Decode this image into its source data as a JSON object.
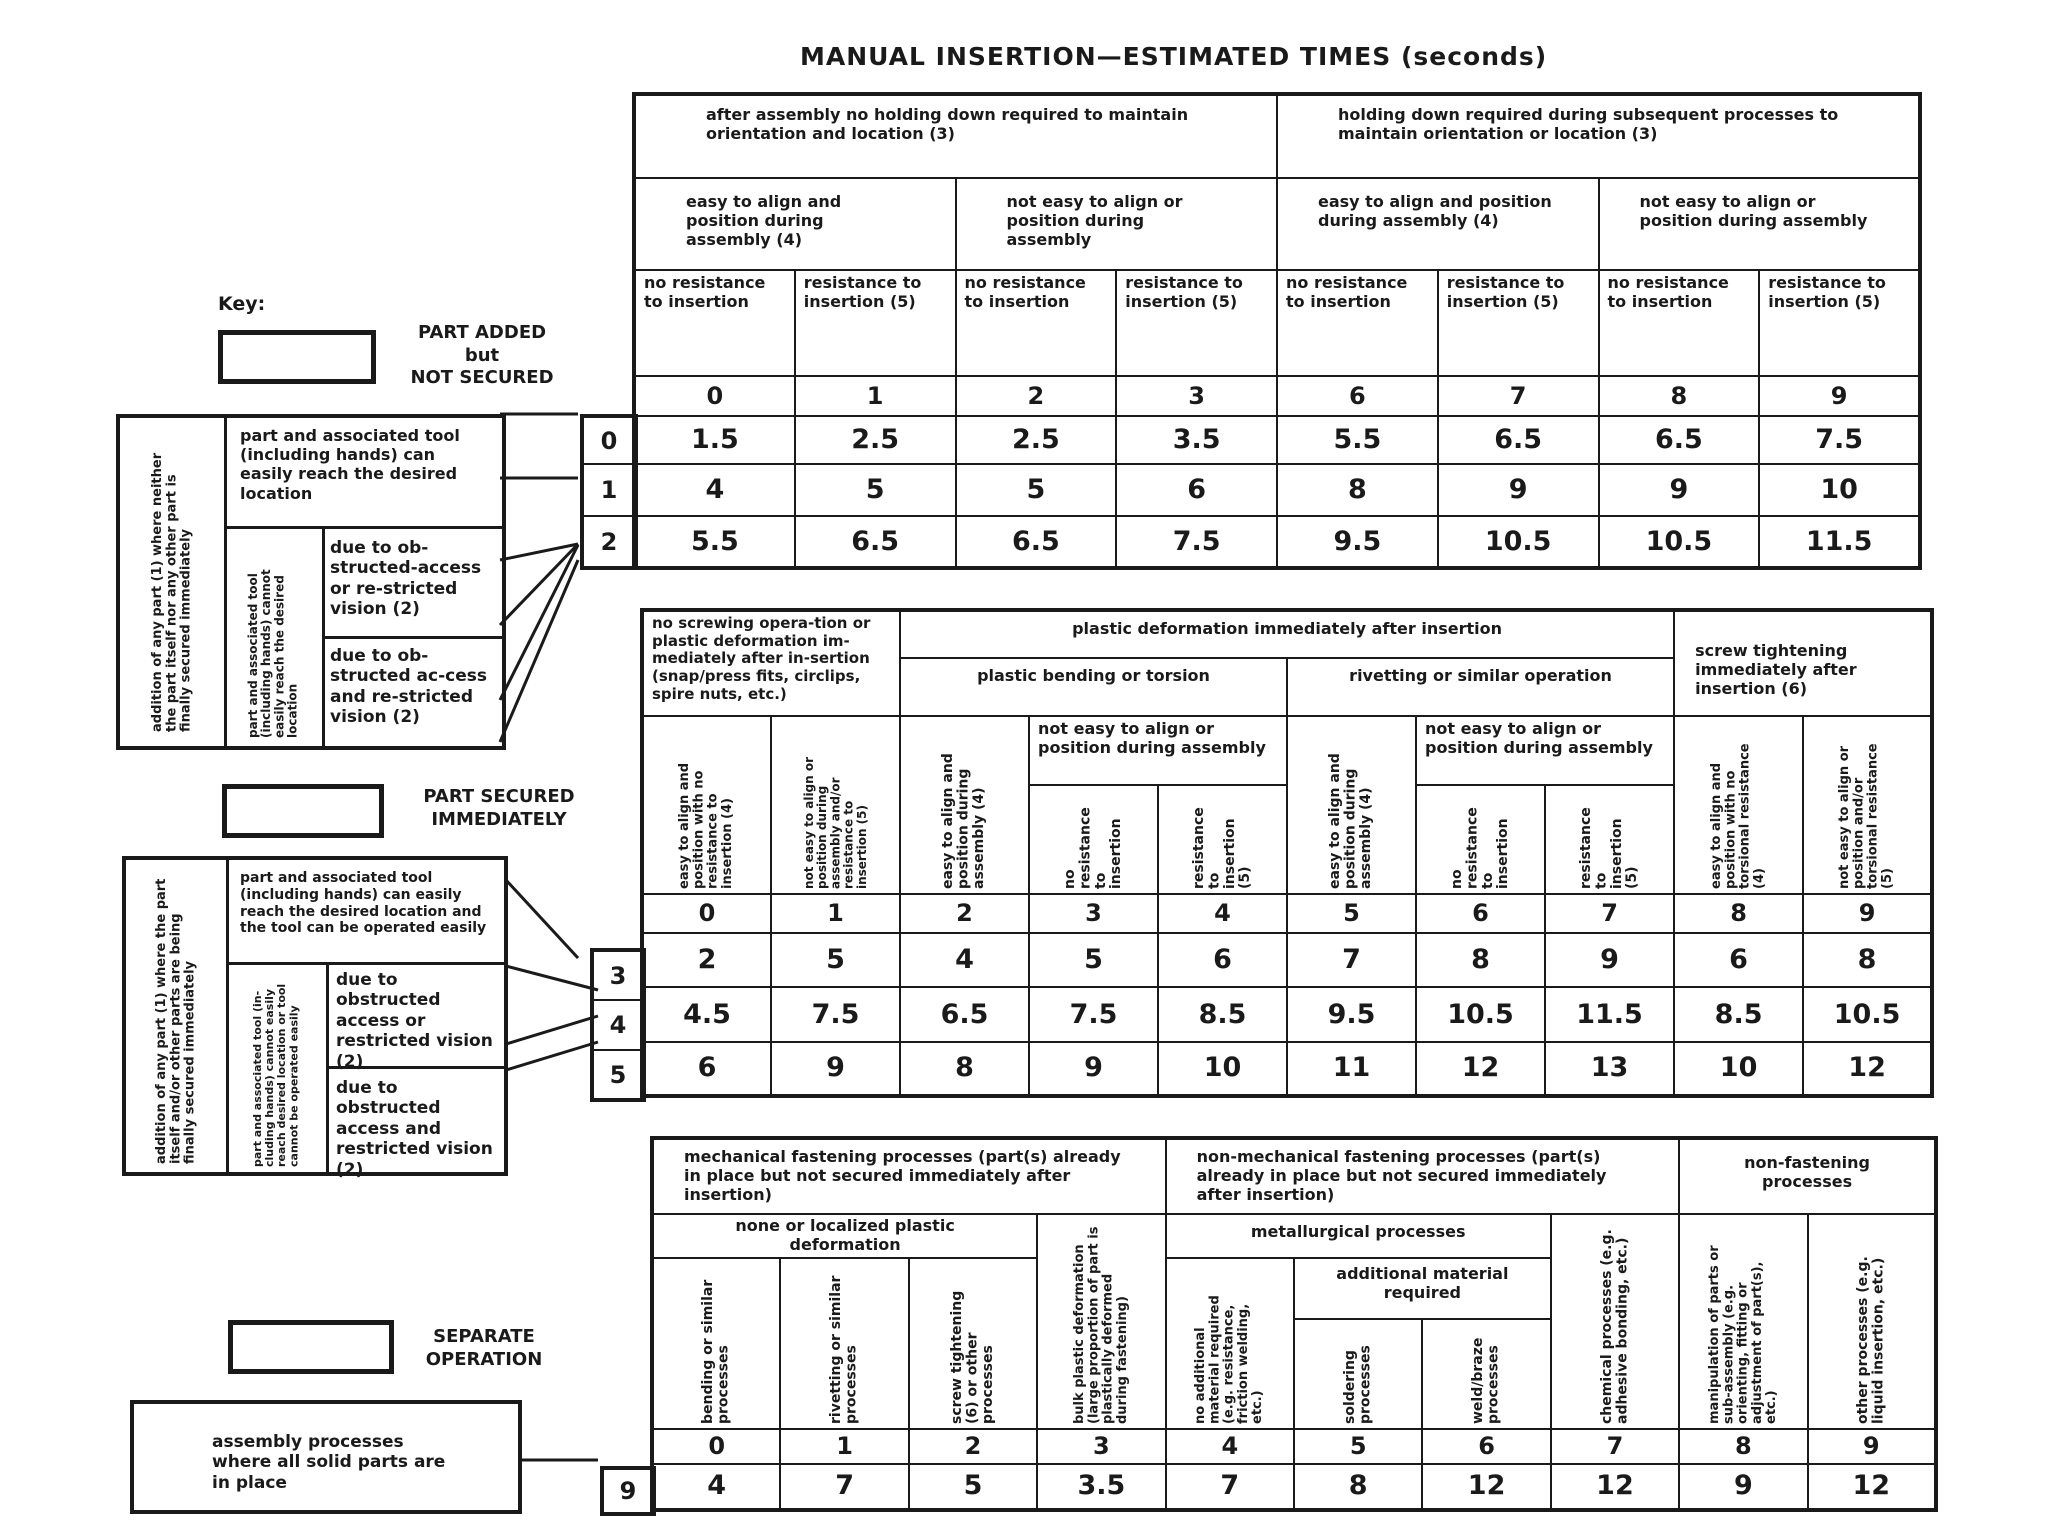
{
  "title": "MANUAL INSERTION—ESTIMATED TIMES (seconds)",
  "key": {
    "label": "Key:",
    "not_secured": "PART ADDED\nbut\nNOT SECURED",
    "secured": "PART SECURED\nIMMEDIATELY",
    "separate": "SEPARATE\nOPERATION"
  },
  "left": {
    "s1_outer": "addition of any part (1) where neither the part itself nor any other part is finally secured immediately",
    "s1_easy": "part and associated tool (including hands) can easily reach the desired location",
    "s1_inner": "part and associated tool (including hands) cannot easily reach the desired location",
    "s1_obs1": "due to ob-structed-access or re-stricted vision (2)",
    "s1_obs2": "due to ob-structed ac-cess and re-stricted vision (2)",
    "s2_outer": "addition of any part (1) where the part itself and/or other parts are being finally secured immediately",
    "s2_easy": "part and associated tool (including hands) can easily reach the desired location and the tool can be operated easily",
    "s2_inner": "part and associated tool (in-cluding hands) cannot easily reach desired location or tool cannot be operated easily",
    "s2_obs1": "due to obstructed access or restricted vision (2)",
    "s2_obs2": "due to obstructed access and restricted vision (2)",
    "s3": "assembly processes where all solid parts are in place"
  },
  "t1": {
    "h1a": "after assembly no holding down required to maintain orientation and location (3)",
    "h1b": "holding down required during subsequent processes to maintain orientation or location (3)",
    "h2": [
      "easy to align and position during assembly (4)",
      "not easy to align or position during assembly",
      "easy to align and position during assembly (4)",
      "not easy to align or position during assembly"
    ],
    "h3": [
      "no resistance to insertion",
      "resistance to insertion (5)",
      "no resistance to insertion",
      "resistance to insertion (5)",
      "no resistance to insertion",
      "resistance to insertion (5)",
      "no resistance to insertion",
      "resistance to insertion (5)"
    ],
    "codes": [
      "0",
      "1",
      "2",
      "3",
      "6",
      "7",
      "8",
      "9"
    ],
    "rows": [
      {
        "code": "0",
        "values": [
          "1.5",
          "2.5",
          "2.5",
          "3.5",
          "5.5",
          "6.5",
          "6.5",
          "7.5"
        ]
      },
      {
        "code": "1",
        "values": [
          "4",
          "5",
          "5",
          "6",
          "8",
          "9",
          "9",
          "10"
        ]
      },
      {
        "code": "2",
        "values": [
          "5.5",
          "6.5",
          "6.5",
          "7.5",
          "9.5",
          "10.5",
          "10.5",
          "11.5"
        ]
      }
    ]
  },
  "t2": {
    "noscrew": "no screwing opera-tion or plastic deformation im-mediately after in-sertion (snap/press fits, circlips, spire nuts, etc.)",
    "plastic": "plastic deformation immediately after insertion",
    "bending": "plastic bending or torsion",
    "rivet": "rivetting or similar operation",
    "screw": "screw tightening immediately after insertion (6)",
    "notEasy1": "not easy to align or position during assembly",
    "notEasy2": "not easy to align or position during assembly",
    "v": [
      "easy to align and position with no resistance to insertion (4)",
      "not easy to align or position during assembly and/or resistance to insertion (5)",
      "easy to align and position during assembly (4)",
      "no resistance to insertion",
      "resistance to insertion (5)",
      "easy to align and position during assembly (4)",
      "no resistance to insertion",
      "resistance to insertion (5)",
      "easy to align and position with no torsional resistance (4)",
      "not easy to align or position and/or torsional resistance (5)"
    ],
    "codes": [
      "0",
      "1",
      "2",
      "3",
      "4",
      "5",
      "6",
      "7",
      "8",
      "9"
    ],
    "rows": [
      {
        "code": "3",
        "values": [
          "2",
          "5",
          "4",
          "5",
          "6",
          "7",
          "8",
          "9",
          "6",
          "8"
        ]
      },
      {
        "code": "4",
        "values": [
          "4.5",
          "7.5",
          "6.5",
          "7.5",
          "8.5",
          "9.5",
          "10.5",
          "11.5",
          "8.5",
          "10.5"
        ]
      },
      {
        "code": "5",
        "values": [
          "6",
          "9",
          "8",
          "9",
          "10",
          "11",
          "12",
          "13",
          "10",
          "12"
        ]
      }
    ]
  },
  "t3": {
    "mech": "mechanical fastening processes (part(s) already in place but not secured immediately after insertion)",
    "nonmech": "non-mechanical fastening processes (part(s) already in place but not secured immediately after insertion)",
    "nonfast": "non-fastening processes",
    "localized": "none or localized plastic deformation",
    "metallurgical": "metallurgical processes",
    "additional": "additional material required",
    "v": [
      "bending or similar processes",
      "rivetting or similar processes",
      "screw tightening (6) or other processes",
      "bulk plastic deformation (large proportion of part is plastically deformed during fastening)",
      "no additional material required (e.g. resistance, friction welding, etc.)",
      "soldering processes",
      "weld/braze processes",
      "chemical processes (e.g. adhesive bonding, etc.)",
      "manipulation of parts or sub-assembly (e.g. orienting, fitting or adjustment of part(s), etc.)",
      "other processes (e.g. liquid insertion, etc.)"
    ],
    "codes": [
      "0",
      "1",
      "2",
      "3",
      "4",
      "5",
      "6",
      "7",
      "8",
      "9"
    ],
    "rows": [
      {
        "code": "9",
        "values": [
          "4",
          "7",
          "5",
          "3.5",
          "7",
          "8",
          "12",
          "12",
          "9",
          "12"
        ]
      }
    ]
  }
}
